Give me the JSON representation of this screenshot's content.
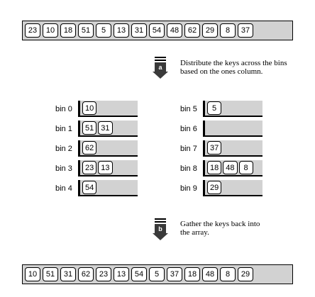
{
  "top_array": [
    "23",
    "10",
    "18",
    "51",
    "5",
    "13",
    "31",
    "54",
    "48",
    "62",
    "29",
    "8",
    "37"
  ],
  "step_a": {
    "marker": "a",
    "note_line1": "Distribute the keys across the bins",
    "note_line2": "based on the ones column."
  },
  "bins": {
    "bin0": {
      "label": "bin 0",
      "keys": [
        "10"
      ]
    },
    "bin1": {
      "label": "bin 1",
      "keys": [
        "51",
        "31"
      ]
    },
    "bin2": {
      "label": "bin 2",
      "keys": [
        "62"
      ]
    },
    "bin3": {
      "label": "bin 3",
      "keys": [
        "23",
        "13"
      ]
    },
    "bin4": {
      "label": "bin 4",
      "keys": [
        "54"
      ]
    },
    "bin5": {
      "label": "bin 5",
      "keys": [
        "5"
      ]
    },
    "bin6": {
      "label": "bin 6",
      "keys": []
    },
    "bin7": {
      "label": "bin 7",
      "keys": [
        "37"
      ]
    },
    "bin8": {
      "label": "bin 8",
      "keys": [
        "18",
        "48",
        "8"
      ]
    },
    "bin9": {
      "label": "bin 9",
      "keys": [
        "29"
      ]
    }
  },
  "step_b": {
    "marker": "b",
    "note_line1": "Gather the keys back into",
    "note_line2": "the array."
  },
  "bottom_array": [
    "10",
    "51",
    "31",
    "62",
    "23",
    "13",
    "54",
    "5",
    "37",
    "18",
    "48",
    "8",
    "29"
  ]
}
